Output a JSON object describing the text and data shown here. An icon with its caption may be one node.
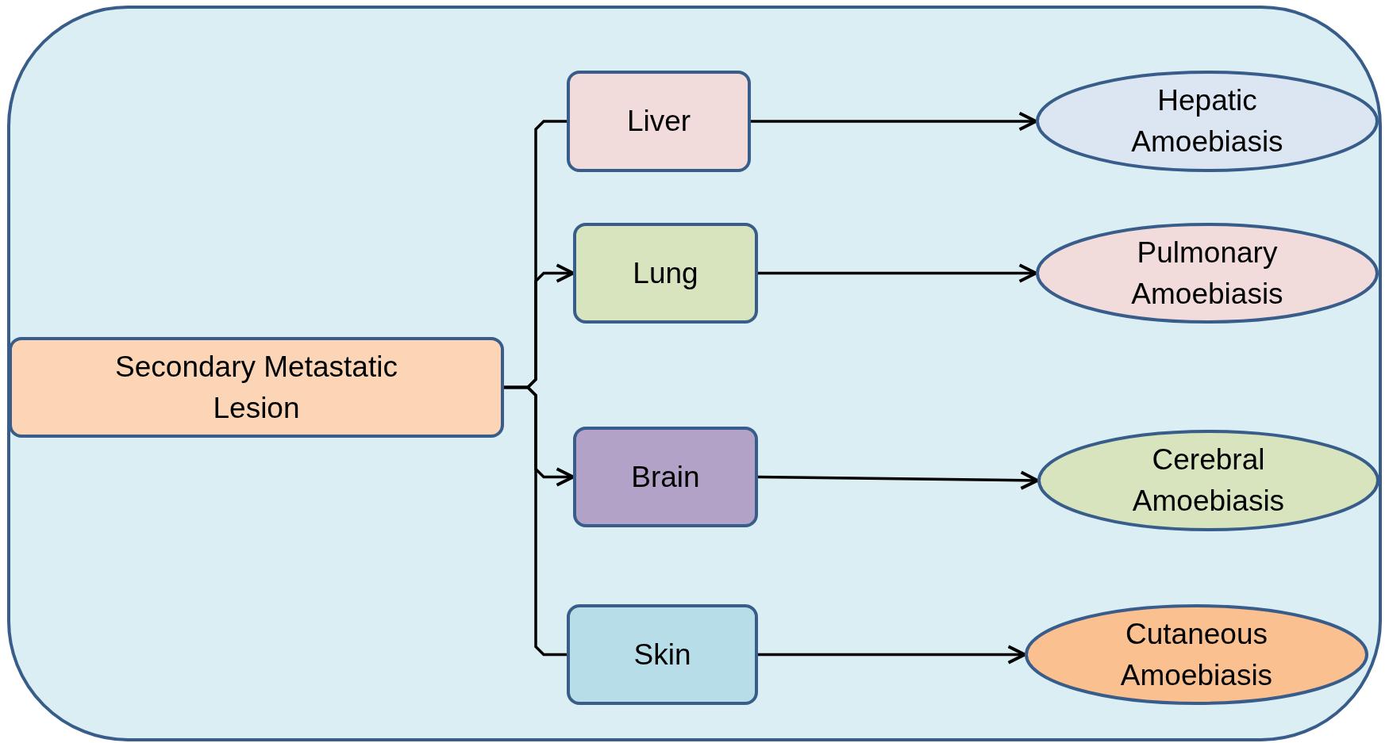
{
  "diagram": {
    "nodes": [
      {
        "text": [
          "Secondary Metastatic Lesion"
        ]
      },
      {
        "text": [
          "Liver"
        ]
      },
      {
        "text": [
          "Lung"
        ]
      },
      {
        "text": [
          "Brain"
        ]
      },
      {
        "text": [
          "Skin"
        ]
      },
      {
        "text": [
          "Hepatic Amoebiasis"
        ]
      },
      {
        "text": [
          "Pulmonary Amoebiasis"
        ]
      },
      {
        "text": [
          "Cerebral Amoebiasis"
        ]
      },
      {
        "text": [
          "Cutaneous Amoebiasis"
        ]
      }
    ],
    "edges": [
      {
        "from": 0,
        "to": 1,
        "arrow": "none"
      },
      {
        "from": 0,
        "to": 2,
        "arrow": "to"
      },
      {
        "from": 0,
        "to": 3,
        "arrow": "to"
      },
      {
        "from": 0,
        "to": 4,
        "arrow": "none"
      },
      {
        "from": 1,
        "to": 5,
        "arrow": "to"
      },
      {
        "from": 2,
        "to": 6,
        "arrow": "to"
      },
      {
        "from": 3,
        "to": 7,
        "arrow": "to"
      },
      {
        "from": 4,
        "to": 8,
        "arrow": "to"
      }
    ]
  }
}
